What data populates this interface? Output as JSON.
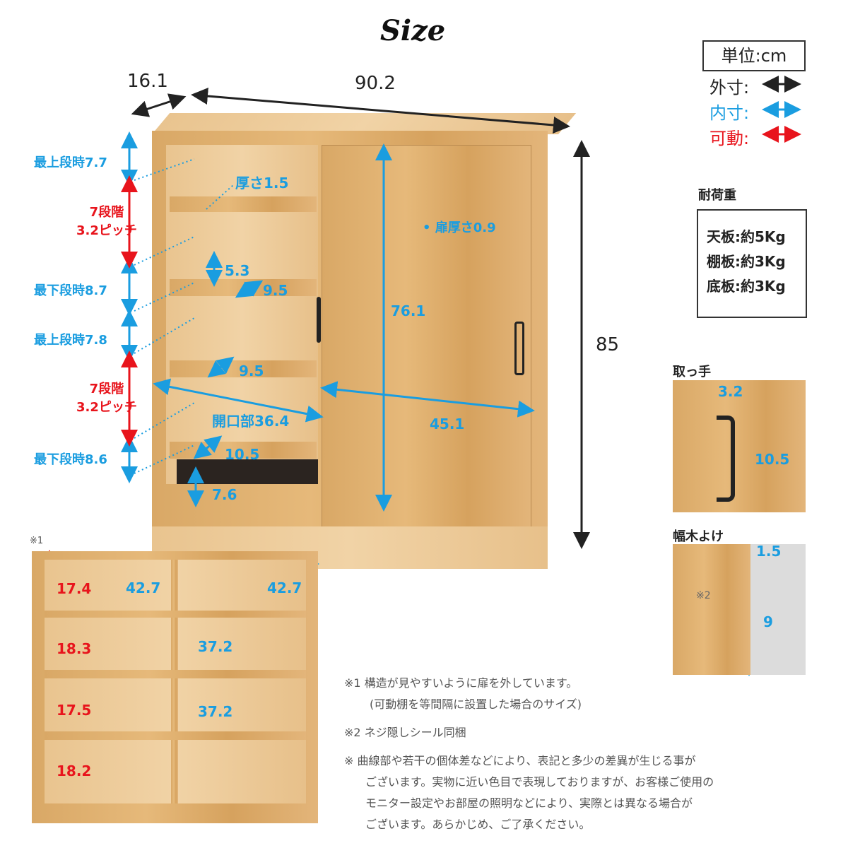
{
  "title": "Size",
  "legend": {
    "unit": "単位:cm",
    "outer": "外寸:",
    "inner": "内寸:",
    "movable": "可動:",
    "colors": {
      "outer": "#222222",
      "inner": "#1a9de0",
      "movable": "#e8141c"
    }
  },
  "load": {
    "heading": "耐荷重",
    "items": [
      "天板:約5Kg",
      "棚板:約3Kg",
      "底板:約3Kg"
    ]
  },
  "main": {
    "depth": "16.1",
    "width": "90.2",
    "height": "85",
    "top_max": "最上段時7.7",
    "steps1_a": "7段階",
    "steps1_b": "3.2ピッチ",
    "bottom_max1": "最下段時8.7",
    "top_max2": "最上段時7.8",
    "steps2_a": "7段階",
    "steps2_b": "3.2ピッチ",
    "bottom_max2": "最下段時8.6",
    "thickness": "厚さ1.5",
    "shelf_h": "5.3",
    "shelf_d1": "9.5",
    "shelf_d2": "9.5",
    "opening": "開口部36.4",
    "shelf_d3": "10.5",
    "plinth": "7.6",
    "door_thickness": "扉厚さ0.9",
    "door_h": "76.1",
    "door_w": "45.1"
  },
  "handle": {
    "label": "取っ手",
    "w": "3.2",
    "h": "10.5"
  },
  "baseboard": {
    "label": "幅木よけ",
    "w": "1.5",
    "h": "9",
    "note": "※2"
  },
  "open_view": {
    "mark": "※1",
    "heights": [
      "17.4",
      "18.3",
      "17.5",
      "18.2"
    ],
    "widths": [
      "42.7",
      "42.7"
    ],
    "inner_h": [
      "37.2",
      "37.2"
    ]
  },
  "notes": [
    "※1 構造が見やすいように扉を外しています。",
    "(可動棚を等間隔に設置した場合のサイズ)",
    "※2 ネジ隠しシール同梱",
    "※ 曲線部や若干の個体差などにより、表記と多少の差異が生じる事が",
    "ございます。実物に近い色目で表現しておりますが、お客様ご使用の",
    "モニター設定やお部屋の照明などにより、実際とは異なる場合が",
    "ございます。あらかじめ、ご了承ください。"
  ]
}
